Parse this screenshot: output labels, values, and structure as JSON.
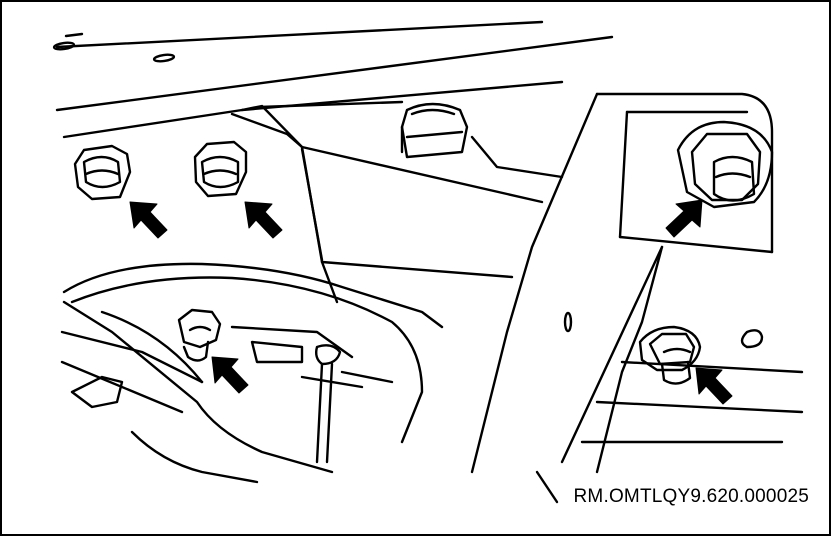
{
  "figure": {
    "reference_code": "RM.OMTLQY9.620.000025"
  },
  "colors": {
    "line": "#000000",
    "background": "#ffffff"
  },
  "callouts": [
    {
      "id": "bolt-1",
      "icon": "arrow-icon"
    },
    {
      "id": "bolt-2",
      "icon": "arrow-icon"
    },
    {
      "id": "bolt-3",
      "icon": "arrow-icon"
    },
    {
      "id": "bolt-4",
      "icon": "arrow-icon"
    },
    {
      "id": "bolt-5",
      "icon": "arrow-icon"
    }
  ]
}
